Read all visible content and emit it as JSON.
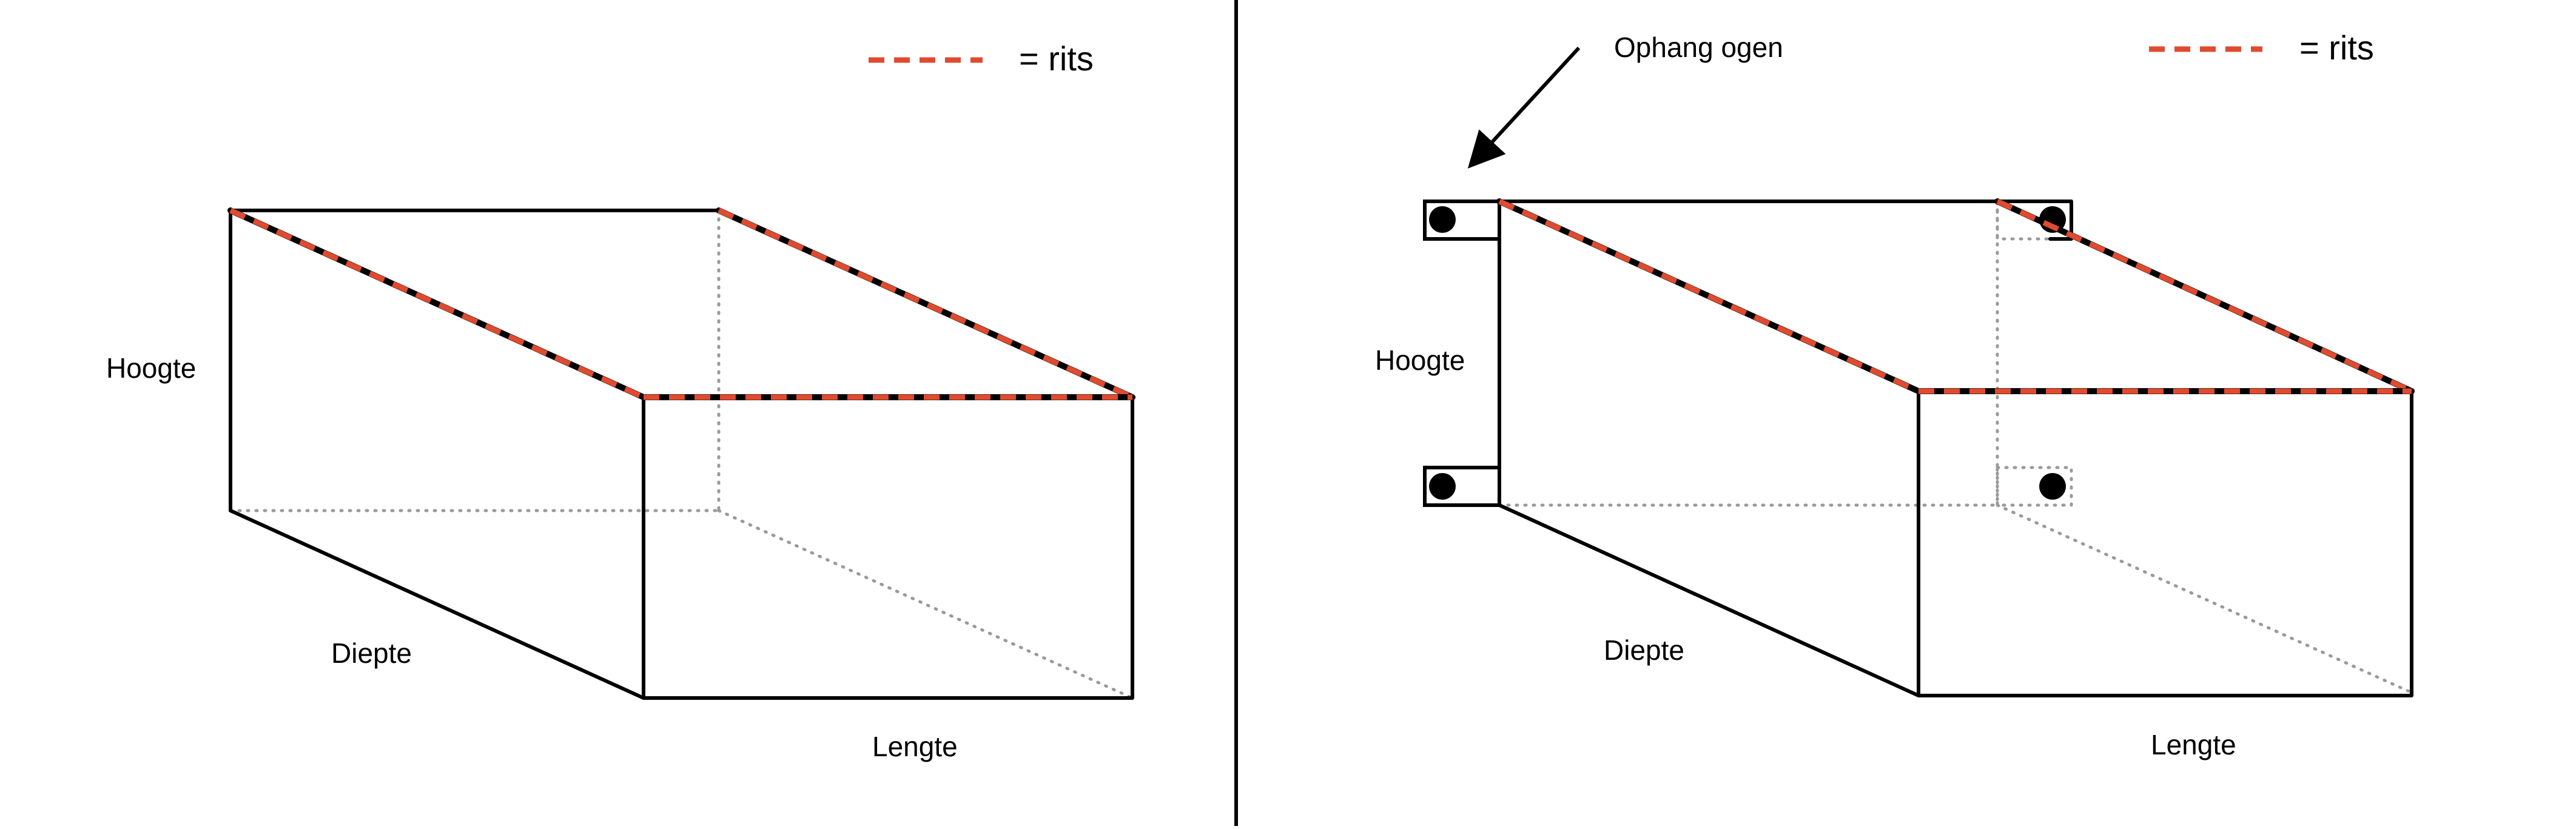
{
  "legend": {
    "symbol_label": "= rits",
    "zip_color": "#e04b2f"
  },
  "left_panel": {
    "height_label": "Hoogte",
    "depth_label": "Diepte",
    "length_label": "Lengte"
  },
  "right_panel": {
    "callout_label": "Ophang ogen",
    "height_label": "Hoogte",
    "depth_label": "Diepte",
    "length_label": "Lengte"
  },
  "icons": {
    "eyelet": "filled-circle",
    "arrow": "arrow-down-left"
  }
}
